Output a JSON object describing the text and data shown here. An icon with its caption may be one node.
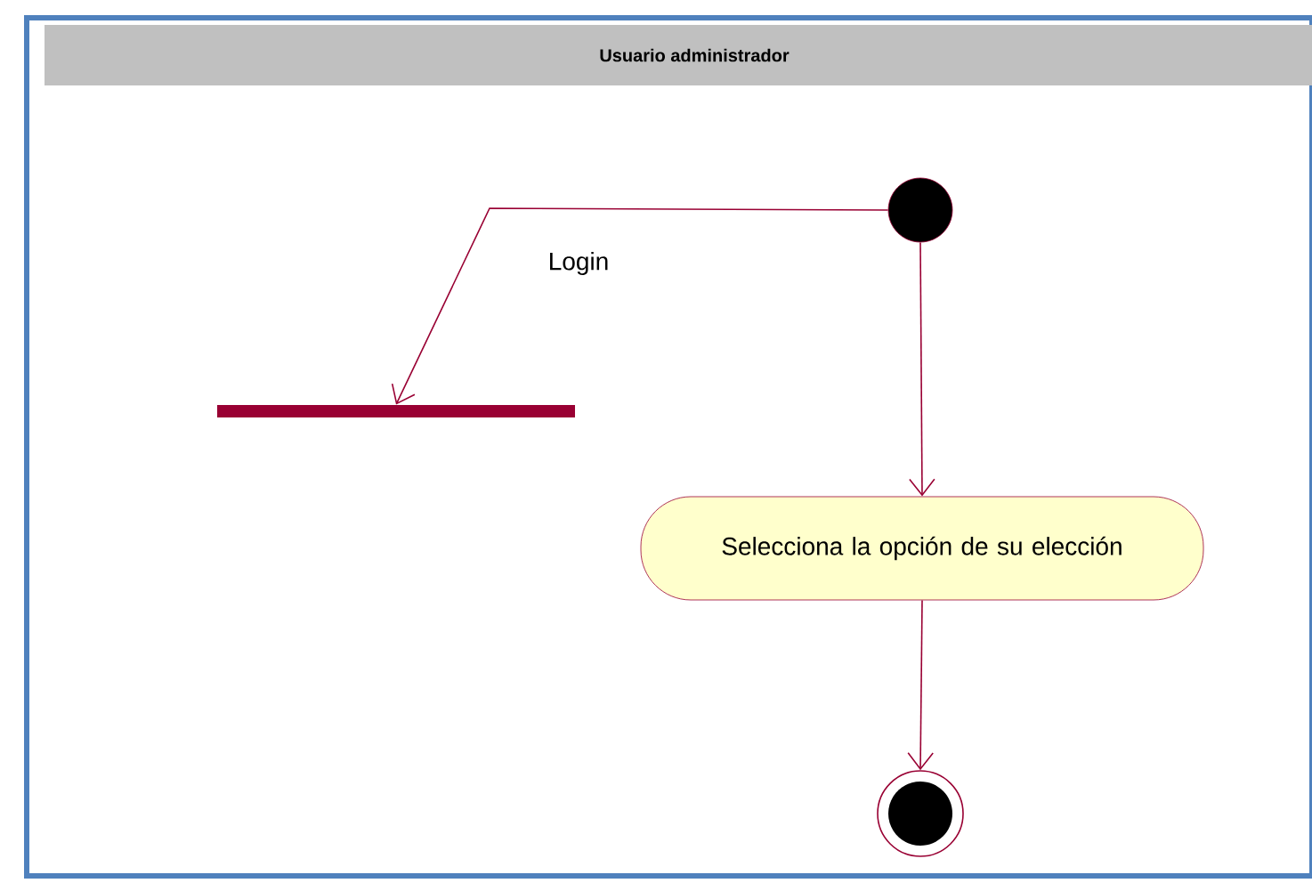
{
  "diagram": {
    "nodes": [
      {
        "text": [
          "Usuario administrador"
        ]
      },
      {
        "text": [],
        "shape": "circle",
        "in": 0
      },
      {
        "text": [],
        "shape": "bar",
        "in": 0
      },
      {
        "text": [
          "Selecciona la opción de su elección"
        ],
        "in": 0
      },
      {
        "text": [],
        "shape": "bullseye",
        "in": 0
      }
    ],
    "edges": [
      {
        "from": 1,
        "to": 2,
        "arrow": "to",
        "label": "Login"
      },
      {
        "from": 1,
        "to": 3,
        "arrow": "to"
      },
      {
        "from": 3,
        "to": 4,
        "arrow": "to"
      }
    ]
  }
}
